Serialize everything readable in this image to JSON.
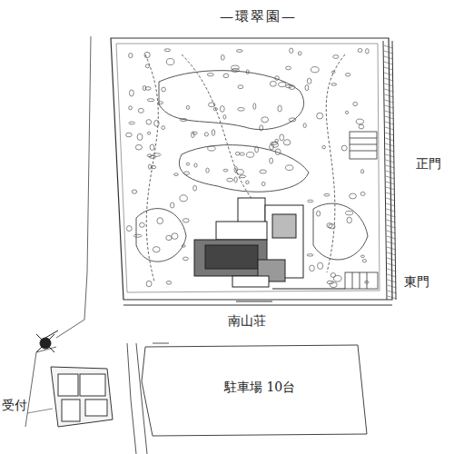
{
  "diagram": {
    "title": "—環翠園—",
    "nodes": [
      {
        "text": [
          "駐車場 10台"
        ]
      }
    ],
    "labels": [
      "正門",
      "東門",
      "南山荘",
      "受付"
    ]
  }
}
